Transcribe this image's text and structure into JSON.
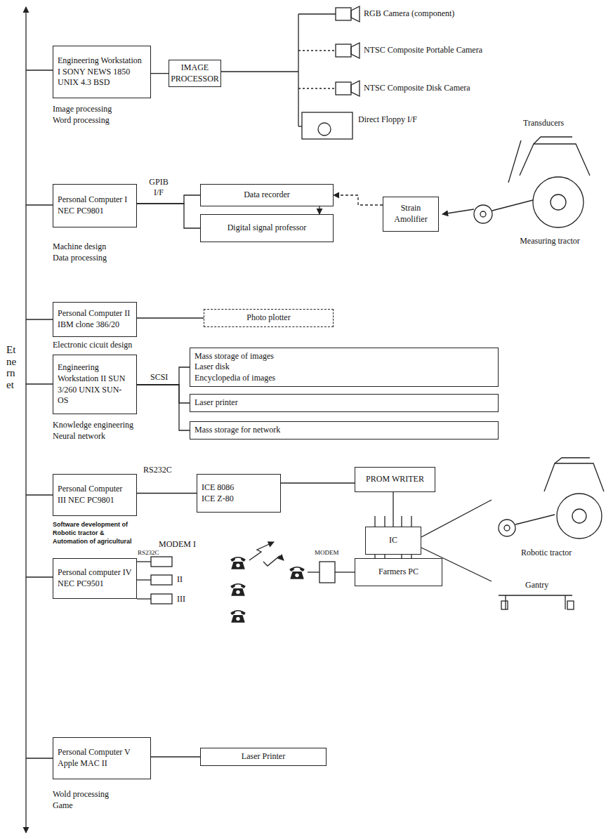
{
  "diagram": {
    "nodes": [
      {
        "text": [
          "Engineering Workstation I SONY NEWS 1850 UNIX 4.3 BSD"
        ]
      },
      {
        "text": [
          "IMAGE PROCESSOR"
        ]
      },
      {
        "text": [
          "Personal Computer I NEC PC9801"
        ]
      },
      {
        "text": [
          "Data recorder"
        ]
      },
      {
        "text": [
          "Digital signal professor"
        ]
      },
      {
        "text": [
          "Strain Amolifier"
        ]
      },
      {
        "text": [
          "Personal Computer II IBM clone 386/20"
        ]
      },
      {
        "text": [
          "Photo plotter"
        ]
      },
      {
        "text": [
          "Engineering Workstation II SUN 3/260 UNIX SUN-OS"
        ]
      },
      {
        "text": [
          "Mass storage of images",
          "Laser disk",
          "Encyclopedia of images"
        ]
      },
      {
        "text": [
          "Laser printer"
        ]
      },
      {
        "text": [
          "Mass storage for network"
        ]
      },
      {
        "text": [
          "Personal Computer III NEC PC9801"
        ]
      },
      {
        "text": [
          "ICE 8086",
          "ICE Z-80"
        ]
      },
      {
        "text": [
          "PROM WRITER"
        ]
      },
      {
        "text": [
          "IC"
        ]
      },
      {
        "text": [
          "Personal computer IV NEC PC9501"
        ]
      },
      {
        "text": [
          "Farmers PC"
        ]
      },
      {
        "text": [
          "Personal Computer V Apple MAC II"
        ]
      },
      {
        "text": [
          "Laser Printer"
        ]
      }
    ],
    "edges": [
      {
        "from": 0,
        "to": 1,
        "arrow": "none"
      },
      {
        "from": 2,
        "to": 3,
        "arrow": "none"
      },
      {
        "from": 2,
        "to": 4,
        "arrow": "none"
      },
      {
        "from": 5,
        "to": 3,
        "arrow": "to"
      },
      {
        "from": 3,
        "to": 4,
        "arrow": "to"
      },
      {
        "from": 6,
        "to": 7,
        "arrow": "none"
      },
      {
        "from": 8,
        "to": 9,
        "arrow": "none"
      },
      {
        "from": 8,
        "to": 10,
        "arrow": "none"
      },
      {
        "from": 8,
        "to": 11,
        "arrow": "none"
      },
      {
        "from": 12,
        "to": 13,
        "arrow": "none"
      },
      {
        "from": 13,
        "to": 14,
        "arrow": "none"
      },
      {
        "from": 14,
        "to": 15,
        "arrow": "none"
      },
      {
        "from": 18,
        "to": 19,
        "arrow": "none"
      }
    ],
    "labels": [
      "RGB Camera (component)",
      "NTSC Composite Portable Camera",
      "NTSC Composite Disk Camera",
      "Direct Floppy I/F",
      "Image processing",
      "Word processing",
      "Transducers",
      "Measuring tractor",
      "GPIB I/F",
      "Machine design",
      "Data processing",
      "Electronic cicuit design",
      "SCSI",
      "Knowledge engineering",
      "Neural network",
      "RS232C",
      "Software development of",
      "Robotic tractor &",
      "Automation of agricultural",
      "Robotic tractor",
      "Gantry",
      "MODEM I",
      "RS232C",
      "II",
      "III",
      "MODEM",
      "Wold processing",
      "Game",
      "Etnernet"
    ]
  }
}
